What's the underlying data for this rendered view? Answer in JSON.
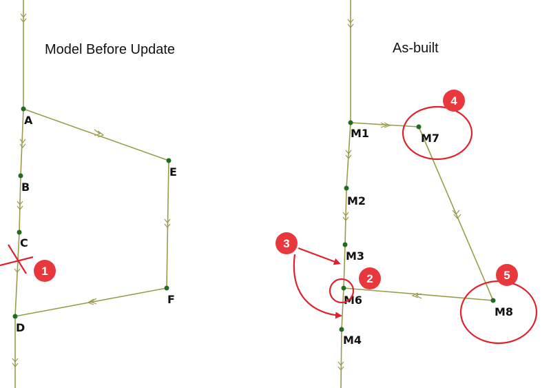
{
  "panels": {
    "left_title": "Model Before Update",
    "right_title": "As-built"
  },
  "nodes": {
    "A": "A",
    "B": "B",
    "C": "C",
    "D": "D",
    "E": "E",
    "F": "F",
    "M1": "M1",
    "M2": "M2",
    "M3": "M3",
    "M4": "M4",
    "M6": "M6",
    "M7": "M7",
    "M8": "M8"
  },
  "annotations": [
    "1",
    "2",
    "3",
    "4",
    "5"
  ],
  "colors": {
    "pipe": "#9a9a4a",
    "node": "#1f6e1f",
    "annotation": "#e0212b",
    "badge": "#e8383d"
  }
}
